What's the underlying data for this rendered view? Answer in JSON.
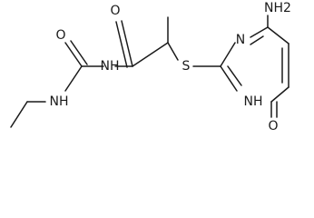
{
  "molecule": {
    "atoms": {
      "nh2": "NH2",
      "ring_n_top": "N",
      "ring_nh": "NH",
      "ring_carbonyl_o": "O",
      "sulfur": "S",
      "amide_o": "O",
      "amide_nh": "NH",
      "urea_o": "O",
      "urea_nh": "NH"
    }
  }
}
